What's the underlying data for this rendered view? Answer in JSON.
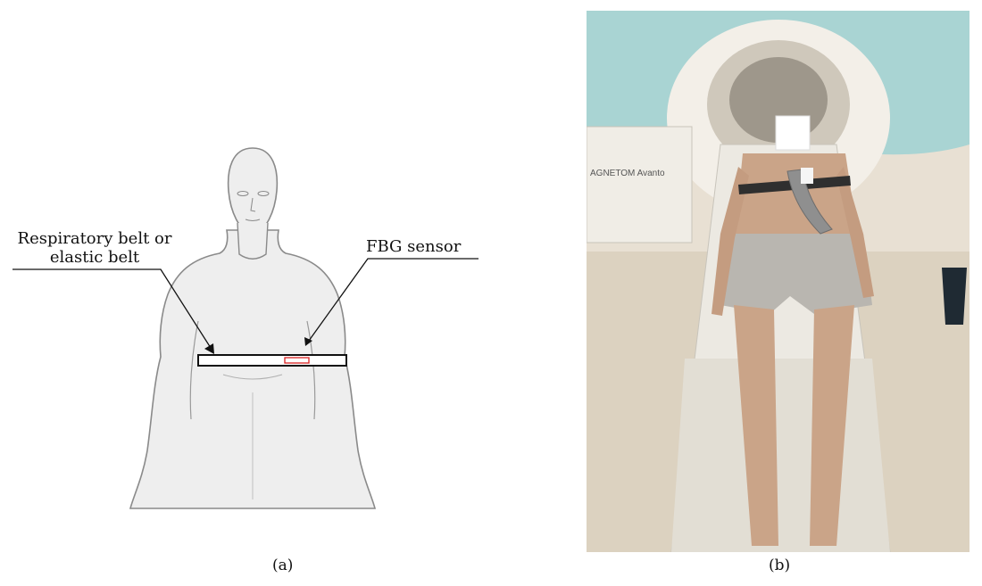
{
  "figure": {
    "panel_a": {
      "caption": "(a)",
      "labels": {
        "belt_line1": "Respiratory belt or",
        "belt_line2": "elastic belt",
        "sensor": "FBG sensor"
      }
    },
    "panel_b": {
      "caption": "(b)",
      "scanner_text": "AGNETOM Avanto"
    }
  },
  "colors": {
    "body_fill": "#eeeeee",
    "outline": "#8a8a8a",
    "sensor_red": "#d82020",
    "scanner_teal": "#a9d4d3"
  }
}
